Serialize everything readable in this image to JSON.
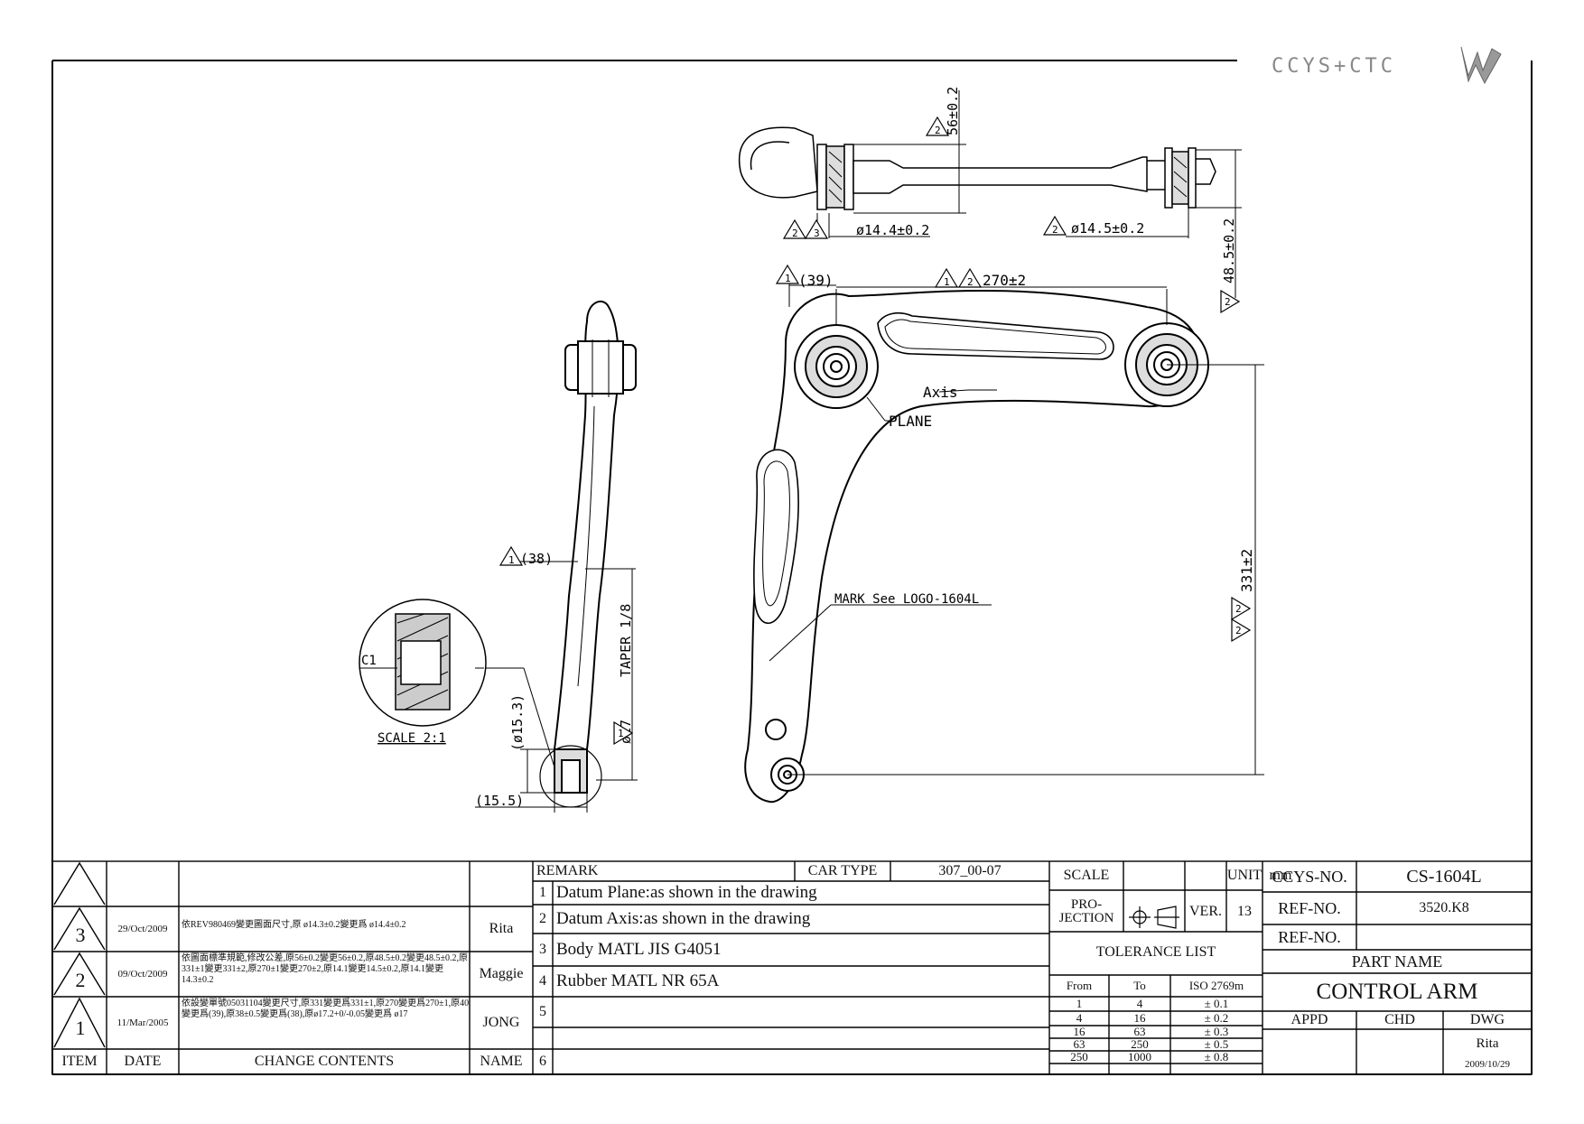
{
  "brand": {
    "text": "CCYS+CTC"
  },
  "annotations": {
    "dim_56": "56±0.2",
    "dim_d144": "ø14.4±0.2",
    "dim_d145": "ø14.5±0.2",
    "dim_485": "48.5±0.2",
    "dim_39": "(39)",
    "dim_270": "270±2",
    "axis": "Axis",
    "plane": "PLANE",
    "mark": "MARK See LOGO-1604L",
    "dim_331": "331±2",
    "dim_38": "(38)",
    "taper": "TAPER 1/8",
    "dim_d17": "ø17",
    "dim_153": "(ø15.3)",
    "dim_155": "(15.5)",
    "c1": "C1",
    "scale_detail": "SCALE 2:1",
    "tri_1": "1",
    "tri_2": "2",
    "tri_3": "3"
  },
  "revisions": {
    "headers": {
      "item": "ITEM",
      "date": "DATE",
      "change": "CHANGE CONTENTS",
      "name": "NAME"
    },
    "rows": [
      {
        "item": "3",
        "date": "29/Oct/2009",
        "change": "依REV980469變更圖面尺寸,原 ø14.3±0.2變更爲 ø14.4±0.2",
        "name": "Rita"
      },
      {
        "item": "2",
        "date": "09/Oct/2009",
        "change": "依圖面標準規範,修改公差,原56±0.2變更56±0.2,原48.5±0.2變更48.5±0.2,原331±1變更331±2,原270±1變更270±2,原14.1變更14.5±0.2,原14.1變更14.3±0.2",
        "name": "Maggie"
      },
      {
        "item": "1",
        "date": "11/Mar/2005",
        "change": "依設變單號05031104變更尺寸,原331變更爲331±1,原270變更爲270±1,原40變更爲(39),原38±0.5變更爲(38),原ø17.2+0/-0.05變更爲 ø17",
        "name": "JONG"
      }
    ]
  },
  "remarks": {
    "label": "REMARK",
    "car_type_label": "CAR TYPE",
    "car_type": "307_00-07",
    "items": [
      {
        "no": "1",
        "text": "Datum Plane:as shown in the drawing"
      },
      {
        "no": "2",
        "text": "Datum Axis:as shown in the drawing"
      },
      {
        "no": "3",
        "text": "Body MATL JIS G4051"
      },
      {
        "no": "4",
        "text": "Rubber MATL NR 65A"
      },
      {
        "no": "5",
        "text": ""
      },
      {
        "no": "6",
        "text": ""
      }
    ]
  },
  "meta": {
    "scale_label": "SCALE",
    "unit_label": "UNIT",
    "unit": "mm",
    "projection_label": "PRO-\nJECTION",
    "ver_label": "VER.",
    "ver": "13",
    "tolerance_title": "TOLERANCE LIST",
    "tol_headers": {
      "from": "From",
      "to": "To",
      "iso": "ISO 2769m"
    },
    "tolerances": [
      {
        "from": "1",
        "to": "4",
        "tol": "± 0.1"
      },
      {
        "from": "4",
        "to": "16",
        "tol": "± 0.2"
      },
      {
        "from": "16",
        "to": "63",
        "tol": "± 0.3"
      },
      {
        "from": "63",
        "to": "250",
        "tol": "± 0.5"
      },
      {
        "from": "250",
        "to": "1000",
        "tol": "± 0.8"
      }
    ]
  },
  "part": {
    "ccys_label": "CCYS-NO.",
    "ccys_no": "CS-1604L",
    "ref_label_1": "REF-NO.",
    "ref_no_1": "3520.K8",
    "ref_label_2": "REF-NO.",
    "ref_no_2": "",
    "part_name_label": "PART NAME",
    "part_name": "CONTROL ARM",
    "appd": "APPD",
    "chd": "CHD",
    "dwg": "DWG",
    "drawer": "Rita",
    "date": "2009/10/29"
  }
}
